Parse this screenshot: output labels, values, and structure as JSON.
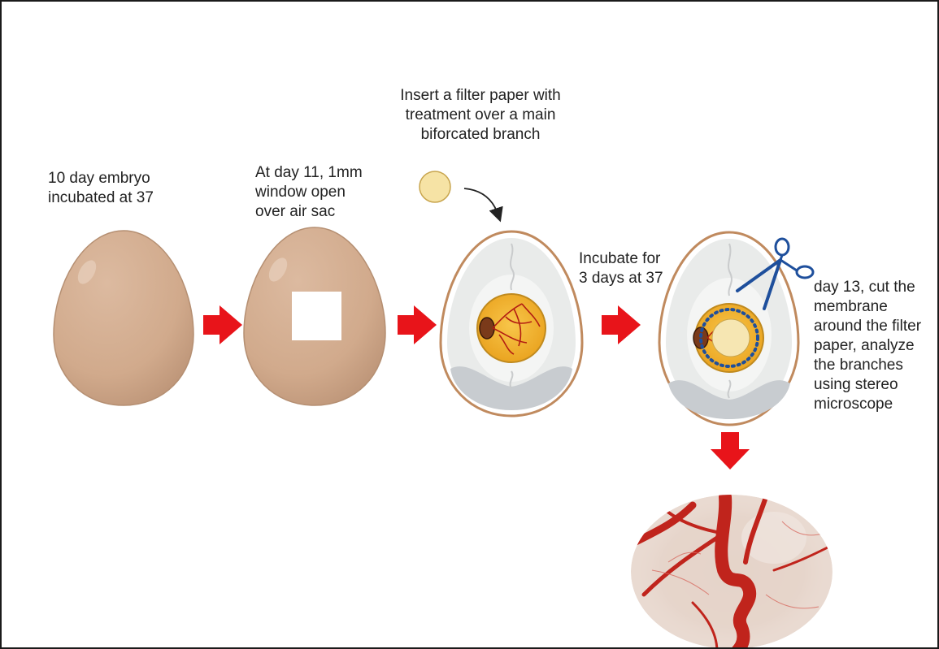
{
  "steps": [
    {
      "id": "step1",
      "text": "10 day embryo\nincubated at 37"
    },
    {
      "id": "step2",
      "text": "At day 11, 1mm\nwindow open\nover air sac"
    },
    {
      "id": "step3",
      "text": "Insert a filter paper with\ntreatment over a main\nbiforcated branch"
    },
    {
      "id": "step4",
      "text": "Incubate for\n3 days at 37"
    },
    {
      "id": "step5",
      "text": "day 13, cut the\nmembrane\naround the filter\npaper, analyze\nthe branches\nusing stereo\nmicroscope"
    }
  ],
  "colors": {
    "eggshell": "#d1aa8c",
    "eggshell_edge": "#b58f72",
    "arrow": "#e8141a",
    "yolk": "#f2b22b",
    "vessel": "#b31d12",
    "albumen": "#eceeed",
    "scissors": "#1e4f9c",
    "filter_paper": "#f6e3a5"
  },
  "icons": [
    "egg-icon",
    "window-egg-icon",
    "filter-paper-icon",
    "curved-arrow-icon",
    "egg-cross-section-icon",
    "scissors-icon",
    "right-arrow-icon",
    "down-arrow-icon",
    "microscope-photo"
  ]
}
